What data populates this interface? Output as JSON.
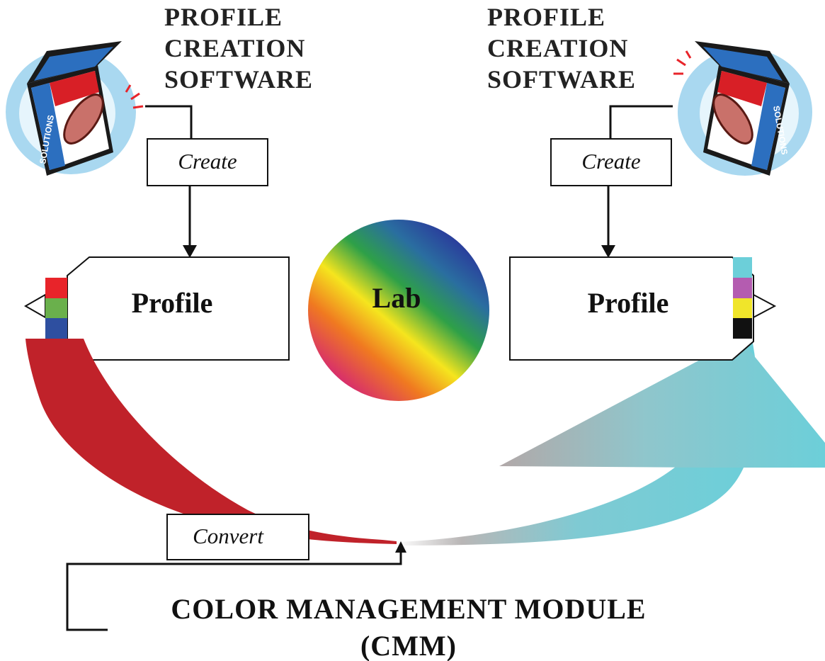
{
  "left": {
    "software_lines": [
      "PROFILE",
      "CREATION",
      "SOFTWARE"
    ],
    "create_label": "Create",
    "profile_label": "Profile",
    "box_brand": "SOLUTIONS",
    "channel_colors": [
      "#e8242a",
      "#6ab04c",
      "#2e4fa0"
    ]
  },
  "right": {
    "software_lines": [
      "PROFILE",
      "CREATION",
      "SOFTWARE"
    ],
    "create_label": "Create",
    "profile_label": "Profile",
    "box_brand": "SOLUTIONS",
    "channel_colors": [
      "#6ccfd9",
      "#b45cb0",
      "#f0e52a",
      "#111111"
    ]
  },
  "center": {
    "lab_label": "Lab"
  },
  "convert_label": "Convert",
  "cmm_title_line1": "COLOR MANAGEMENT MODULE",
  "cmm_title_line2": "(CMM)",
  "colors": {
    "red_flow": "#c0222a",
    "cyan_flow": "#6ccfd9",
    "icon_halo": "#a9d8f0"
  }
}
